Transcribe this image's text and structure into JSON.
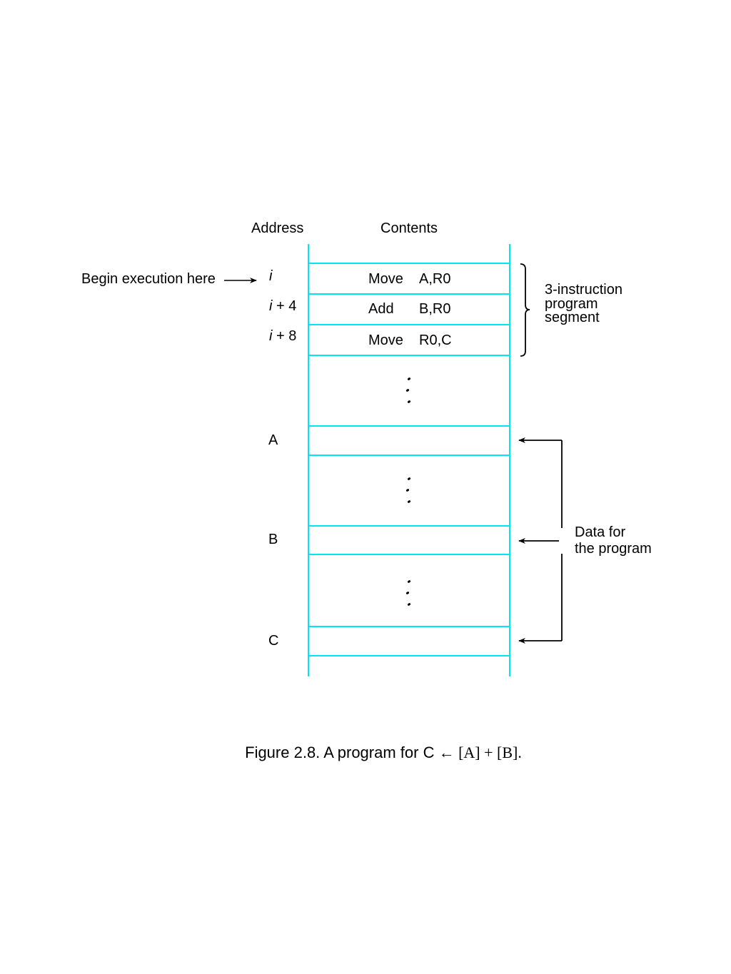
{
  "headers": {
    "address": "Address",
    "contents": "Contents"
  },
  "begin_label": "Begin execution here",
  "addresses": [
    {
      "var": "i",
      "suffix": ""
    },
    {
      "var": "i",
      "suffix": " + 4"
    },
    {
      "var": "i",
      "suffix": " + 8"
    }
  ],
  "instructions": [
    {
      "op": "Move",
      "args": "A,R0"
    },
    {
      "op": "Add",
      "args": "B,R0"
    },
    {
      "op": "Move",
      "args": "R0,C"
    }
  ],
  "data_addresses": [
    "A",
    "B",
    "C"
  ],
  "program_segment_label": [
    "3-instruction",
    "program",
    "segment"
  ],
  "data_label": [
    "Data for",
    "the program"
  ],
  "caption": {
    "prefix": "Figure 2.8.  A program for C ",
    "arrow": "←",
    "formula": " [A] + [B]",
    "suffix": "."
  },
  "colors": {
    "memory_lines": "#00e5f2",
    "ink": "#000000"
  }
}
